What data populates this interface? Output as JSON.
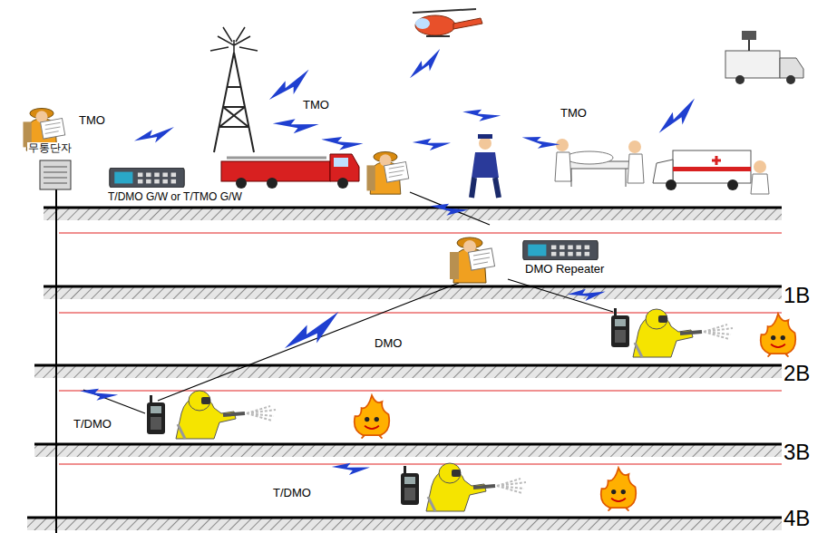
{
  "diagram": {
    "labels": [
      "TMO",
      "TMO",
      "TMO",
      "무통단자",
      "T/DMO G/W or T/TMO G/W",
      "DMO Repeater",
      "1B",
      "DMO",
      "2B",
      "T/DMO",
      "3B",
      "T/DMO",
      "4B"
    ]
  }
}
